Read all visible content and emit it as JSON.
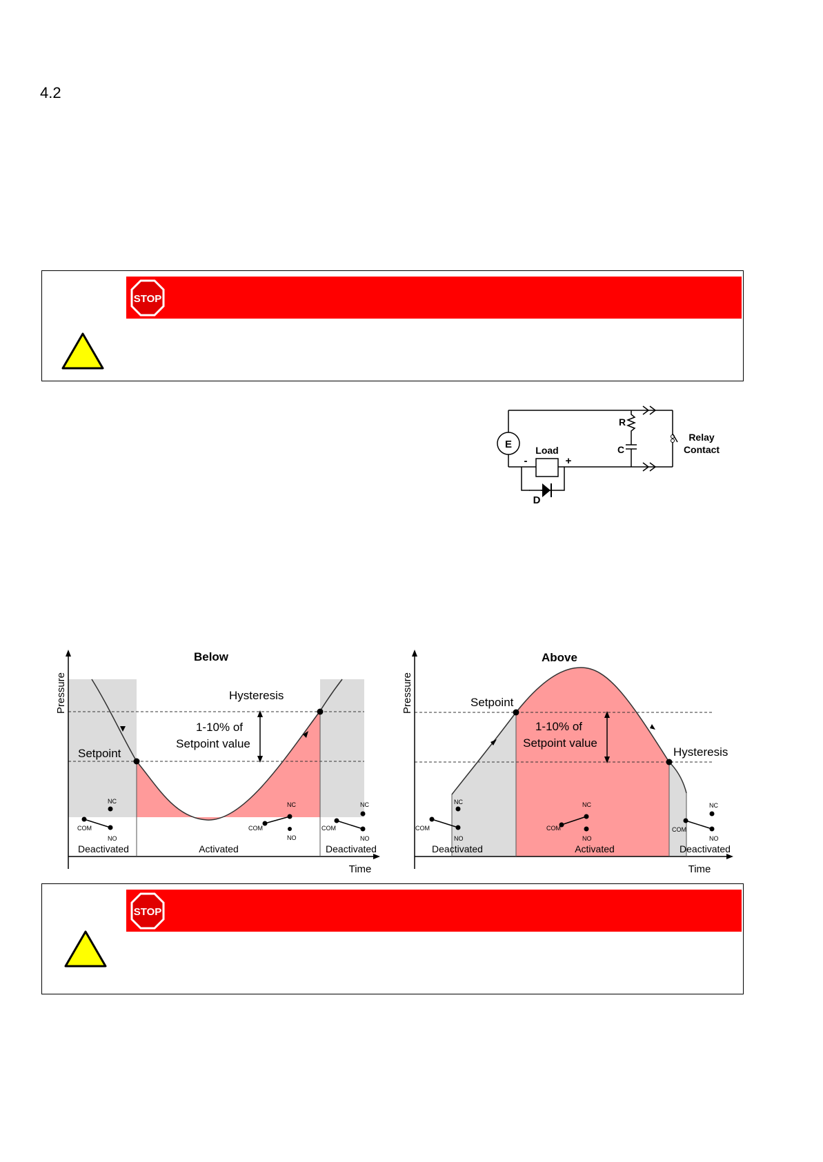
{
  "section": {
    "number": "4.2"
  },
  "warnings": [
    {
      "stop_label": "STOP"
    },
    {
      "stop_label": "STOP"
    }
  ],
  "circuit": {
    "source_label": "E",
    "load_label": "Load",
    "minus_label": "-",
    "plus_label": "+",
    "diode_label": "D",
    "resistor_label": "R",
    "capacitor_label": "C",
    "relay_label_line1": "Relay",
    "relay_label_line2": "Contact"
  },
  "diagrams": {
    "below": {
      "title": "Below",
      "y_label": "Pressure",
      "x_label": "Time",
      "setpoint": "Setpoint",
      "hysteresis": "Hysteresis",
      "band_line1": "1-10% of",
      "band_line2": "Setpoint value",
      "zone_left": "Deactivated",
      "zone_mid": "Activated",
      "zone_right": "Deactivated",
      "com": "COM",
      "nc": "NC",
      "no": "NO"
    },
    "above": {
      "title": "Above",
      "y_label": "Pressure",
      "x_label": "Time",
      "setpoint": "Setpoint",
      "hysteresis": "Hysteresis",
      "band_line1": "1-10% of",
      "band_line2": "Setpoint value",
      "zone_left": "Deactivated",
      "zone_mid": "Activated",
      "zone_right": "Deactivated",
      "com": "COM",
      "nc": "NC",
      "no": "NO"
    }
  },
  "colors": {
    "stop_bar": "#ff0000",
    "active_zone": "#ff9a9a",
    "inactive_zone": "#dcdcdc",
    "caution": "#ffff00"
  }
}
